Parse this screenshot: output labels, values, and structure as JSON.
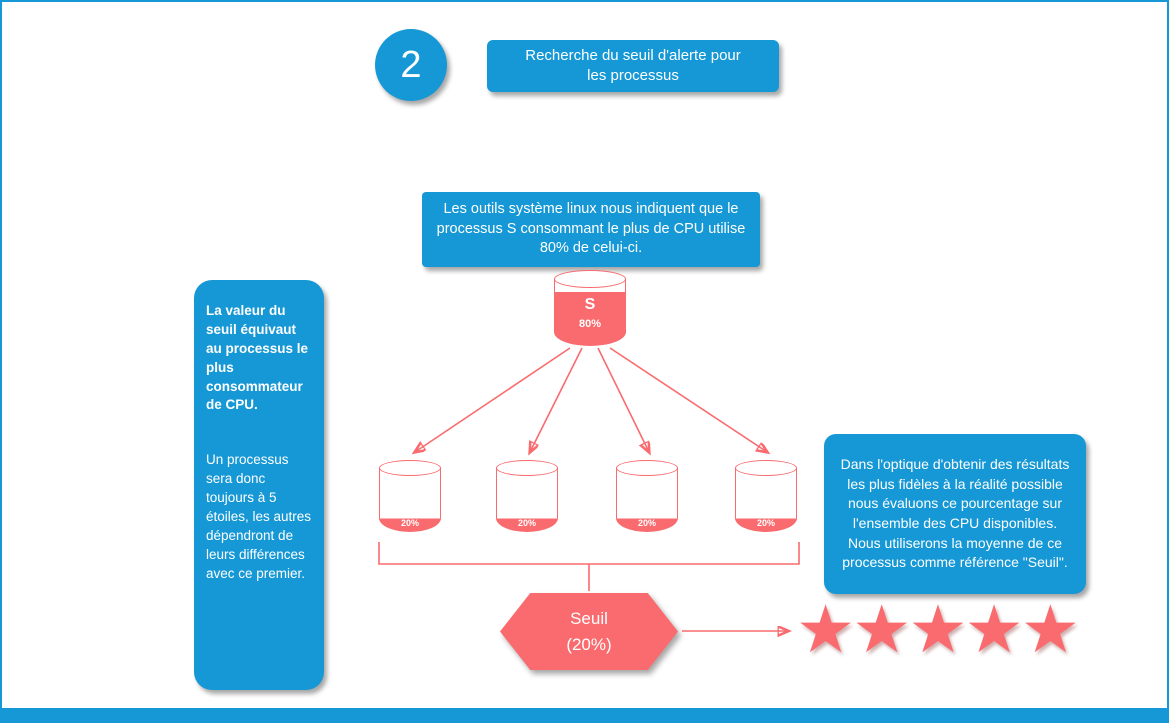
{
  "page": {
    "accent_blue": "#1598d5",
    "accent_red": "#f96b6e"
  },
  "header": {
    "step_number": "2",
    "title": "Recherche du seuil d'alerte pour les processus"
  },
  "callouts": {
    "top": "Les outils système linux nous indiquent que le processus S consommant le plus de CPU utilise 80% de celui-ci.",
    "left_bold": "La valeur du seuil équivaut au processus le plus consommateur de CPU.",
    "left_body": "Un processus sera donc toujours à 5 étoiles, les autres dépendront de leurs différences avec ce premier.",
    "right": "Dans l'optique d'obtenir des résultats les plus fidèles à la réalité possible nous évaluons ce pourcentage sur l'ensemble des CPU disponibles. Nous utiliserons la moyenne de ce processus comme référence \"Seuil\"."
  },
  "diagram": {
    "main_cylinder": {
      "label": "S",
      "percent": "80%"
    },
    "child_cylinders": [
      {
        "percent": "20%"
      },
      {
        "percent": "20%"
      },
      {
        "percent": "20%"
      },
      {
        "percent": "20%"
      }
    ],
    "seuil_line1": "Seuil",
    "seuil_line2": "(20%)",
    "stars_count": 5,
    "star_glyph": "★"
  }
}
